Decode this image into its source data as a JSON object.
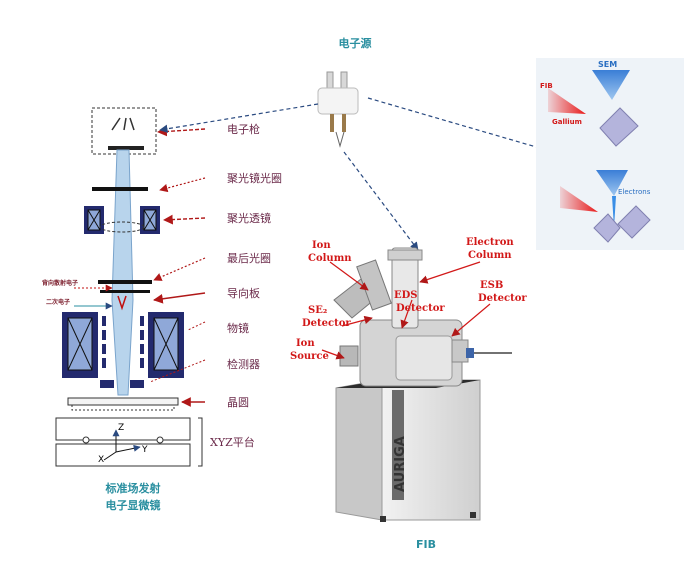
{
  "source": {
    "title": "电子源"
  },
  "sem_diagram": {
    "caption_line1": "标准场发射",
    "caption_line2": "电子显微镜",
    "labels": [
      "电子枪",
      "聚光镜光圈",
      "聚光透镜",
      "最后光圈",
      "导向板",
      "物镜",
      "检测器",
      "晶圆",
      "XYZ平台"
    ],
    "small_labels": [
      "背向散射电子",
      "二次电子"
    ],
    "axes": {
      "z": "Z",
      "x": "X",
      "y": "Y"
    }
  },
  "fib_photo": {
    "caption": "FIB",
    "brand": "AURIGA",
    "labels": {
      "ion_column": [
        "Ion",
        "Column"
      ],
      "electron_column": [
        "Electron",
        "Column"
      ],
      "eds_detector": [
        "EDS",
        "Detector"
      ],
      "esb_detector": [
        "ESB",
        "Detector"
      ],
      "se2_detector": [
        "SE₂",
        "Detector"
      ],
      "ion_source": [
        "Ion",
        "Source"
      ]
    }
  },
  "inset": {
    "top": {
      "fib": "FIB",
      "sem": "SEM",
      "gallium": "Gallium"
    },
    "bottom": {
      "electrons": "Electrons"
    }
  },
  "colors": {
    "label_text": "#6b2a4a",
    "callout_red": "#d21818",
    "title_teal": "#2a8fa0",
    "beam_blue": "#b8d4ec",
    "coil_navy": "#232a6e"
  }
}
